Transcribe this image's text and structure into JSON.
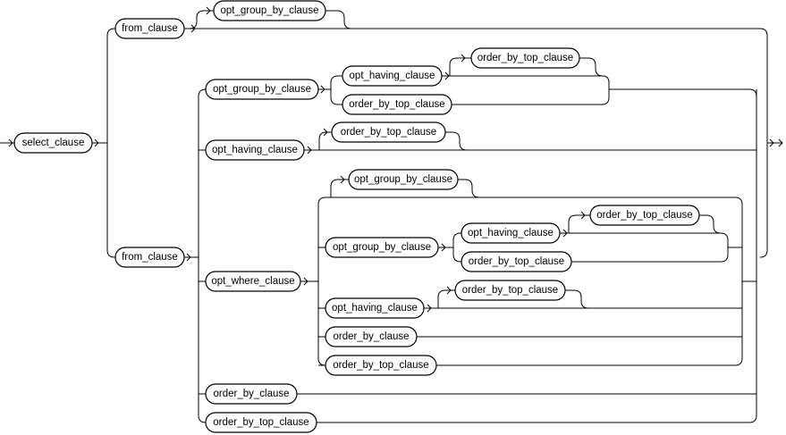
{
  "diagram": {
    "nodes": {
      "select_clause": "select_clause",
      "from_clause_1": "from_clause",
      "opt_group_by_clause_top": "opt_group_by_clause",
      "from_clause_2": "from_clause",
      "opt_group_by_clause_a": "opt_group_by_clause",
      "opt_having_clause_a1": "opt_having_clause",
      "order_by_top_clause_a1": "order_by_top_clause",
      "order_by_top_clause_a2": "order_by_top_clause",
      "opt_having_clause_b": "opt_having_clause",
      "order_by_top_clause_b": "order_by_top_clause",
      "opt_where_clause": "opt_where_clause",
      "opt_group_by_clause_c0": "opt_group_by_clause",
      "opt_group_by_clause_c": "opt_group_by_clause",
      "opt_having_clause_c1": "opt_having_clause",
      "order_by_top_clause_c1": "order_by_top_clause",
      "order_by_top_clause_c2": "order_by_top_clause",
      "opt_having_clause_d": "opt_having_clause",
      "order_by_top_clause_d": "order_by_top_clause",
      "order_by_clause_e": "order_by_clause",
      "order_by_top_clause_f": "order_by_top_clause",
      "order_by_clause_g": "order_by_clause",
      "order_by_top_clause_h": "order_by_top_clause"
    }
  }
}
